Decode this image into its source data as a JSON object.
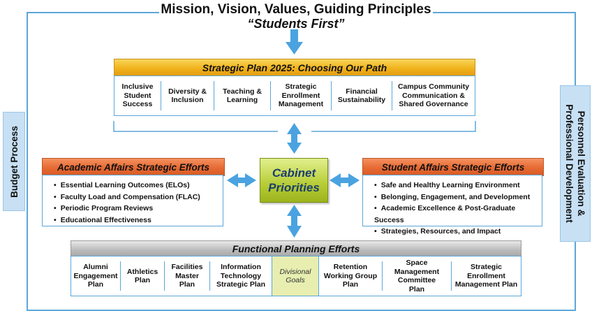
{
  "header": {
    "title": "Mission, Vision, Values, Guiding Principles",
    "subtitle": "“Students First”"
  },
  "side_labels": {
    "left": "Budget Process",
    "right_line1": "Personnel Evaluation &",
    "right_line2": "Professional Development"
  },
  "strategic_plan": {
    "title": "Strategic Plan 2025: Choosing Our Path",
    "items": [
      [
        "Inclusive",
        "Student",
        "Success"
      ],
      [
        "Diversity &",
        "Inclusion"
      ],
      [
        "Teaching &",
        "Learning"
      ],
      [
        "Strategic",
        "Enrollment",
        "Management"
      ],
      [
        "Financial",
        "Sustainability"
      ],
      [
        "Campus Community",
        "Communication &",
        "Shared Governance"
      ]
    ]
  },
  "academic_affairs": {
    "title": "Academic Affairs Strategic Efforts",
    "items": [
      "Essential Learning Outcomes (ELOs)",
      "Faculty Load and Compensation (FLAC)",
      "Periodic Program Reviews",
      "Educational Effectiveness"
    ]
  },
  "cabinet": {
    "line1": "Cabinet",
    "line2": "Priorities"
  },
  "student_affairs": {
    "title": "Student Affairs Strategic Efforts",
    "items": [
      "Safe and Healthy Learning Environment",
      "Belonging, Engagement, and Development",
      "Academic Excellence & Post-Graduate Success",
      "Strategies, Resources, and Impact"
    ]
  },
  "functional": {
    "title": "Functional Planning Efforts",
    "items": [
      [
        "Alumni",
        "Engagement",
        "Plan"
      ],
      [
        "Athletics",
        "Plan"
      ],
      [
        "Facilities",
        "Master",
        "Plan"
      ],
      [
        "Information",
        "Technology",
        "Strategic Plan"
      ],
      [
        "Divisional",
        "Goals"
      ],
      [
        "Retention",
        "Working Group",
        "Plan"
      ],
      [
        "Space Management",
        "Committee",
        "Plan"
      ],
      [
        "Strategic",
        "Enrollment",
        "Management Plan"
      ]
    ]
  },
  "colors": {
    "frame": "#5ba7d8",
    "arrow": "#4aa3e0",
    "gold": "#f0b21b",
    "orange": "#e66a33",
    "gray": "#bdbdbd",
    "cabinet_green": "#b6cc35",
    "cabinet_text": "#1b3e6e",
    "side_box": "#c7e0f4"
  }
}
